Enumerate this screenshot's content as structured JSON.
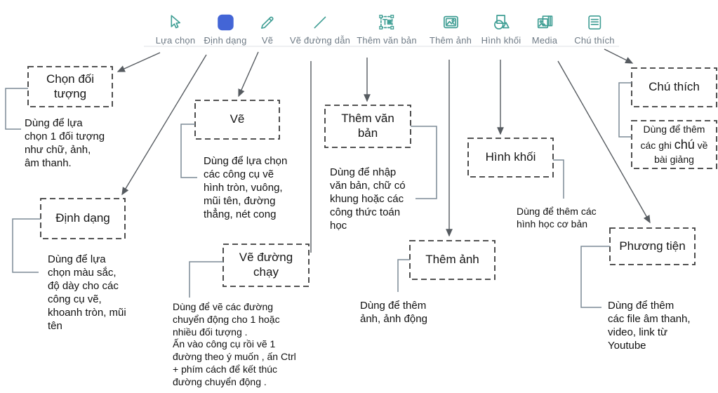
{
  "colors": {
    "accent_teal": "#3f9e94",
    "accent_blue": "#4365d6",
    "toolbar_label_gray": "#6e7a85",
    "arrow_gray": "#565b60",
    "bracket_blue_gray": "#7b8a96",
    "box_border": "#3b3b3b"
  },
  "toolbar": {
    "items": [
      {
        "label": "Lựa chọn",
        "icon": "cursor-icon"
      },
      {
        "label": "Định dạng",
        "icon": "format-square-icon"
      },
      {
        "label": "Vẽ",
        "icon": "pencil-icon"
      },
      {
        "label": "Vẽ đường dẫn",
        "icon": "line-icon"
      },
      {
        "label": "Thêm văn bản",
        "icon": "text-box-icon"
      },
      {
        "label": "Thêm ảnh",
        "icon": "image-icon"
      },
      {
        "label": "Hình khối",
        "icon": "shapes-icon"
      },
      {
        "label": "Media",
        "icon": "media-icon"
      },
      {
        "label": "Chú thích",
        "icon": "note-icon"
      }
    ]
  },
  "annotations": {
    "select_object": {
      "title": "Chọn đối\ntượng",
      "desc": "Dùng để lựa\nchọn 1 đối tượng\nnhư chữ, ảnh,\nâm thanh."
    },
    "format": {
      "title": "Định dạng",
      "desc": "Dùng để lựa\nchọn màu sắc,\nđộ dày cho các\ncông cụ vẽ,\nkhoanh tròn, mũi\ntên"
    },
    "draw": {
      "title": "Vẽ",
      "desc": "Dùng để lựa chọn\ncác công cụ vẽ\nhình tròn, vuông,\nmũi tên, đường\nthẳng, nét cong"
    },
    "motion_path": {
      "title": "Vẽ đường\nchạy",
      "desc": "Dùng để vẽ các đường\nchuyển động cho  1 hoặc\nnhiều đối tượng .\nẤn vào công cụ rồi vẽ 1\nđường theo ý muốn , ấn Ctrl\n+ phím cách để kết thúc\nđường chuyển động ."
    },
    "add_text": {
      "title": "Thêm văn\nbản",
      "desc": "Dùng để nhập\nvăn bản, chữ có\nkhung hoặc các\ncông thức toán\nhọc"
    },
    "add_image": {
      "title": "Thêm ảnh",
      "desc": "Dùng để thêm\nảnh, ảnh động"
    },
    "shapes": {
      "title": "Hình khối",
      "desc": "Dùng để thêm các\nhình học cơ bản"
    },
    "media": {
      "title": "Phương tiện",
      "desc": "Dùng để thêm\ncác file âm thanh,\nvideo, link từ\nYoutube"
    },
    "note": {
      "title": "Chú thích",
      "desc_part1": "Dùng để thêm các ghi ",
      "desc_highlight": "chú",
      "desc_part2": " về bài giảng"
    }
  }
}
